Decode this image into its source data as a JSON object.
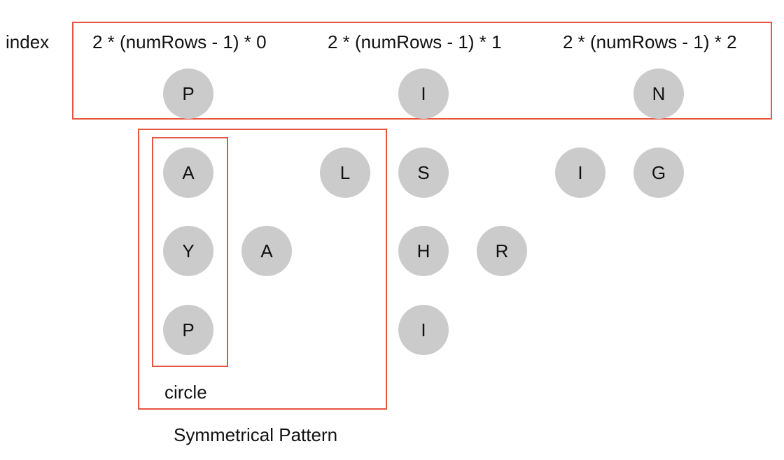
{
  "labels": {
    "index": "index",
    "formula_0": "2 * (numRows - 1) * 0",
    "formula_1": "2 * (numRows - 1) * 1",
    "formula_2": "2 * (numRows - 1) * 2",
    "circle": "circle",
    "symmetrical_pattern": "Symmetrical Pattern"
  },
  "colors": {
    "box_border": "#e8553e",
    "node_fill": "#cbcbcb"
  },
  "nodes": {
    "row0": [
      "P",
      "I",
      "N"
    ],
    "row1": [
      "A",
      "L",
      "S",
      "I",
      "G"
    ],
    "row2": [
      "Y",
      "A",
      "H",
      "R"
    ],
    "row3": [
      "P",
      "I"
    ]
  }
}
